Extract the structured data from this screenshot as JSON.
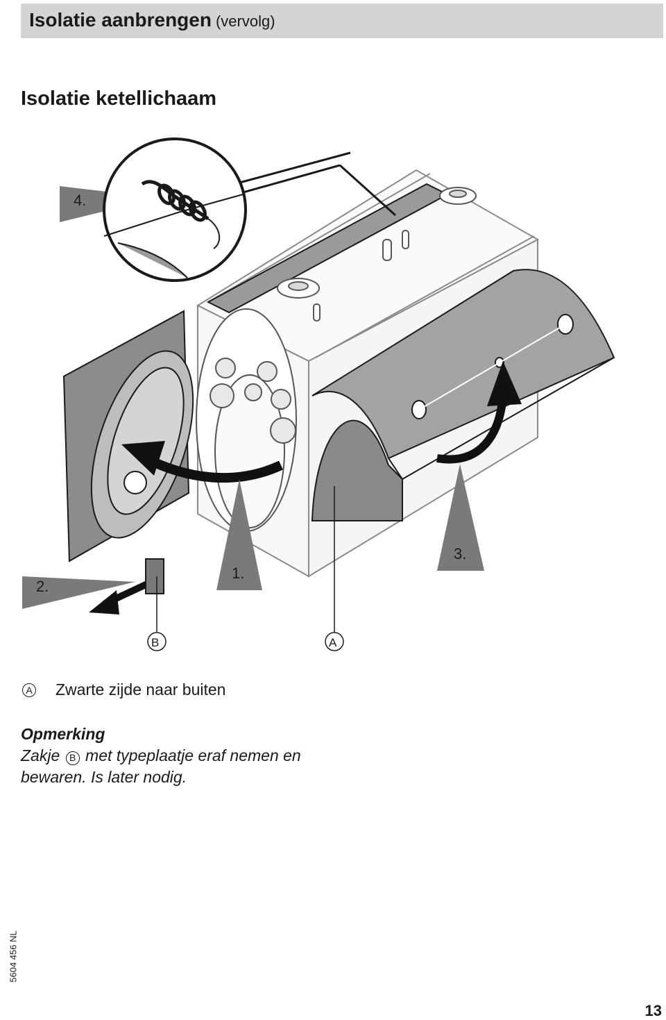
{
  "header": {
    "title": "Isolatie aanbrengen",
    "subtitle": "(vervolg)"
  },
  "section_title": "Isolatie ketellichaam",
  "figure": {
    "step_labels": [
      "1.",
      "2.",
      "3.",
      "4."
    ],
    "callouts": {
      "a": "A",
      "b": "B"
    }
  },
  "legend": {
    "marker": "A",
    "text": "Zwarte zijde naar buiten"
  },
  "note": {
    "title": "Opmerking",
    "line1_before": "Zakje",
    "marker": "B",
    "line1_after": "met typeplaatje eraf nemen en",
    "line2": "bewaren. Is later nodig."
  },
  "doc_code": "5604 456 NL",
  "page_number": "13"
}
